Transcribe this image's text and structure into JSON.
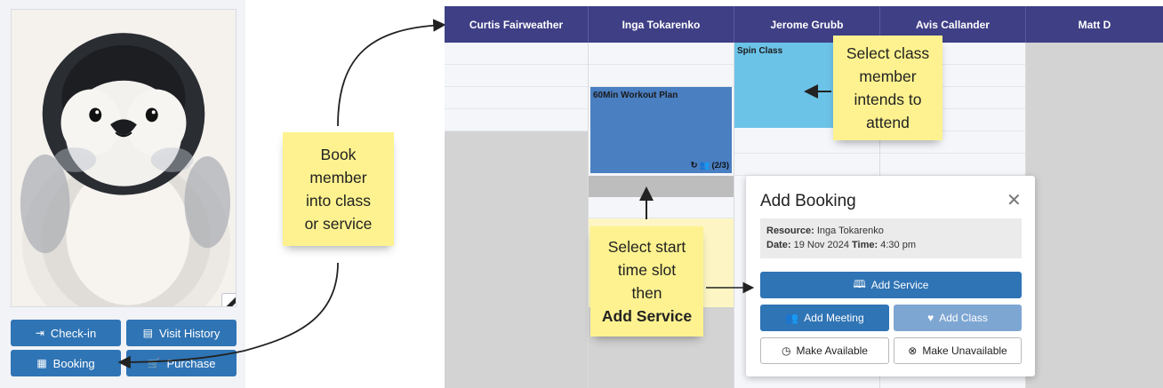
{
  "profile": {
    "buttons": [
      {
        "label": "Check-in",
        "icon": "check-in-icon"
      },
      {
        "label": "Visit History",
        "icon": "visit-history-icon"
      },
      {
        "label": "Booking",
        "icon": "calendar-icon"
      },
      {
        "label": "Purchase",
        "icon": "purchase-icon"
      }
    ]
  },
  "notes": {
    "book_member": [
      "Book",
      "member",
      "into class",
      "or service"
    ],
    "select_class": [
      "Select class",
      "member",
      "intends to",
      "attend"
    ],
    "select_start": [
      "Select start",
      "time slot",
      "then",
      "Add Service"
    ]
  },
  "calendar": {
    "resources": [
      "Curtis Fairweather",
      "Inga Tokarenko",
      "Jerome Grubb",
      "Avis Callander",
      "Matt D"
    ],
    "events": {
      "spin": "Spin Class",
      "workout": "60Min Workout Plan",
      "workout_capacity": "(2/3)"
    }
  },
  "popup": {
    "title": "Add Booking",
    "resource_label": "Resource:",
    "resource_value": "Inga Tokarenko",
    "date_label": "Date:",
    "date_value": "19 Nov 2024",
    "time_label": "Time:",
    "time_value": "4:30 pm",
    "add_service": "Add Service",
    "add_meeting": "Add Meeting",
    "add_class": "Add Class",
    "make_available": "Make Available",
    "make_unavailable": "Make Unavailable"
  },
  "colors": {
    "header": "#3f3f86",
    "primary_button": "#2f74b5",
    "sticky": "#fdf28f",
    "spin_event": "#6cc3e8",
    "workout_event": "#4a7fc2",
    "unavailable": "#d3d3d3",
    "selected_slot": "#fdf6c4"
  }
}
